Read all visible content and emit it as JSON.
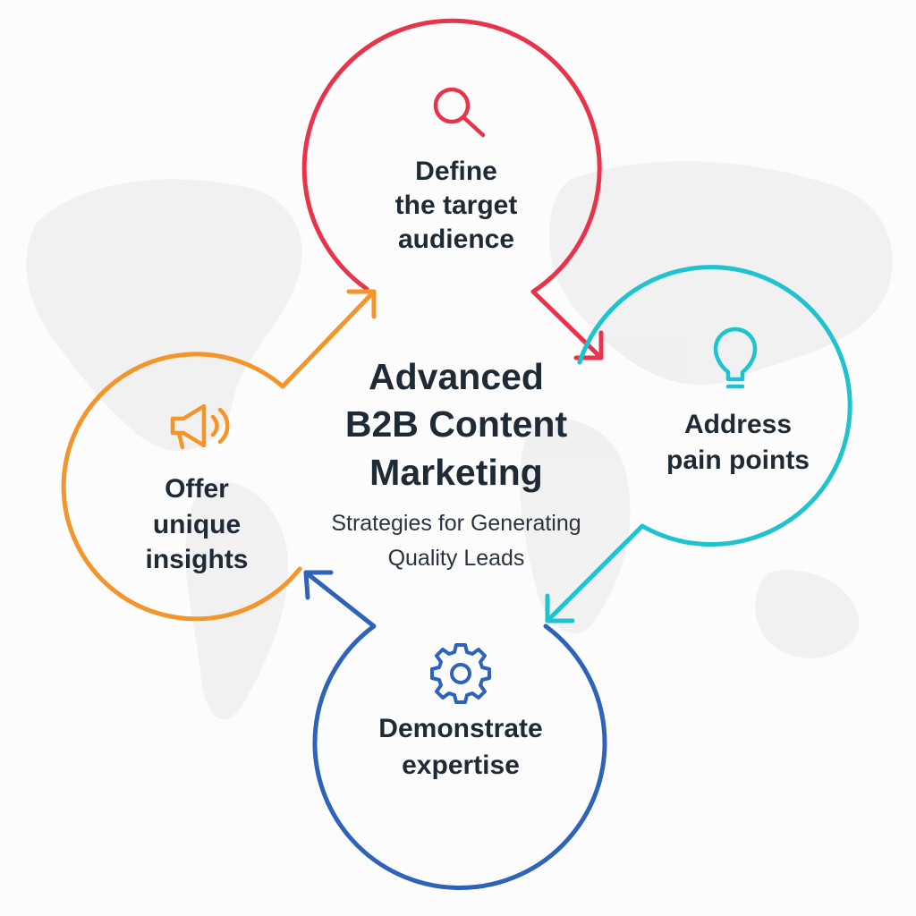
{
  "colors": {
    "top": "#e8334a",
    "right": "#1fc3cf",
    "bottom": "#2d63b8",
    "left": "#f3952a",
    "text": "#1f2a37",
    "map": "#eeeeee"
  },
  "center": {
    "title": "Advanced\nB2B Content\nMarketing",
    "subtitle": "Strategies for Generating\nQuality Leads"
  },
  "nodes": {
    "top": {
      "label": "Define\nthe target\naudience",
      "icon": "magnifier-icon"
    },
    "right": {
      "label": "Address\npain points",
      "icon": "lightbulb-icon"
    },
    "bottom": {
      "label": "Demonstrate\nexpertise",
      "icon": "gear-icon"
    },
    "left": {
      "label": "Offer\nunique\ninsights",
      "icon": "megaphone-icon"
    }
  }
}
